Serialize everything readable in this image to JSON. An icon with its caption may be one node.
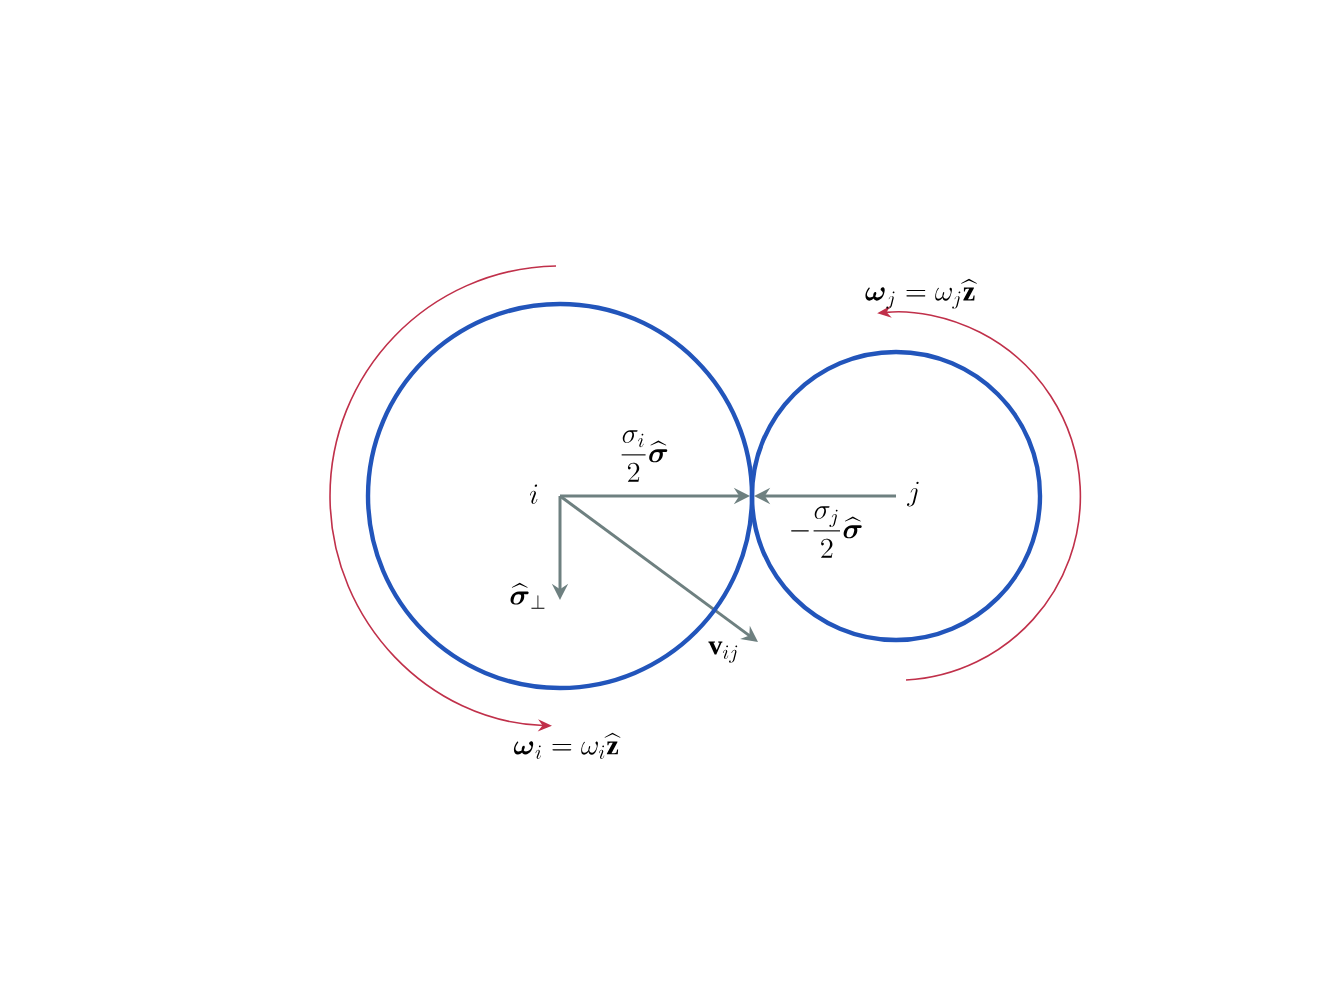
{
  "diagram": {
    "nodes": [
      {
        "text": [
          "i"
        ]
      },
      {
        "text": [
          "j"
        ]
      }
    ],
    "labels": [
      "\\boldsymbol{\\omega}_j = \\omega_j\\widehat{\\mathbf{z}}",
      "\\frac{\\sigma_i}{2}\\widehat{\\boldsymbol{\\sigma}}",
      "-\\frac{\\sigma_j}{2}\\widehat{\\boldsymbol{\\sigma}}",
      "\\widehat{\\boldsymbol{\\sigma}}_\\perp",
      "\\mathbf{v}_{ij}",
      "\\boldsymbol{\\omega}_i = \\omega_i\\widehat{\\mathbf{z}}"
    ]
  }
}
